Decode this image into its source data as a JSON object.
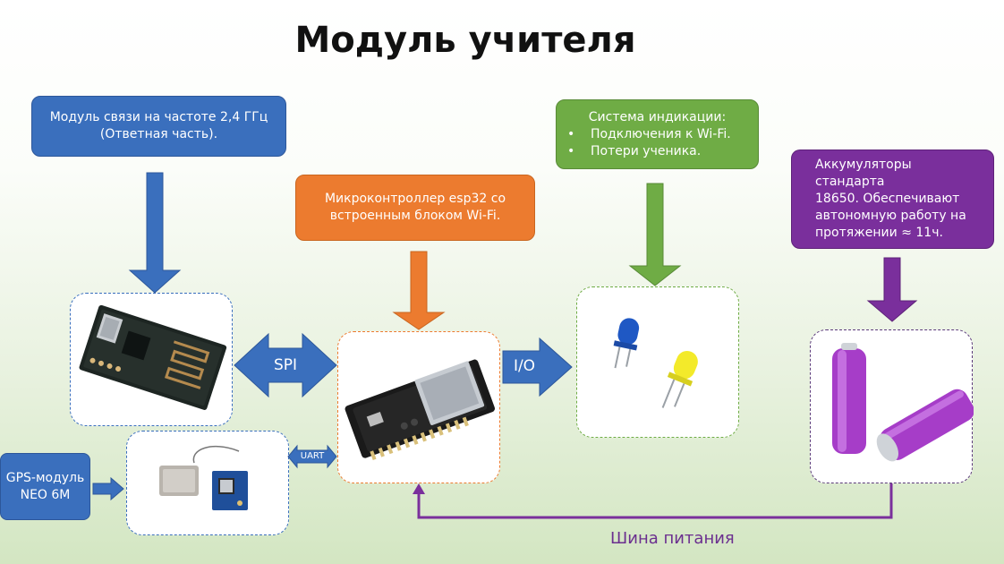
{
  "title": "Модуль учителя",
  "blocks": {
    "radio": {
      "line1": "Модуль связи на частоте 2,4 ГГц",
      "line2": "(Ответная часть)."
    },
    "mcu": {
      "line1": "Микроконтроллер esp32 со",
      "line2": "встроенным блоком Wi-Fi."
    },
    "indication": {
      "heading": "Система индикации:",
      "items": [
        "Подключения к Wi-Fi.",
        "Потери ученика."
      ]
    },
    "battery": {
      "line1": "Аккумуляторы стандарта",
      "line2": "18650.  Обеспечивают",
      "line3": "автономную работу на",
      "line4": "протяжении ≈ 11ч."
    },
    "gps": {
      "line1": "GPS-модуль",
      "line2": "NEO 6M"
    }
  },
  "connections": {
    "spi": "SPI",
    "io": "I/O",
    "uart": "UART",
    "power_bus": "Шина питания"
  },
  "colors": {
    "blue": "#3a6fbd",
    "orange": "#ec7b2f",
    "green": "#6fac45",
    "purple": "#7a2f9c"
  }
}
